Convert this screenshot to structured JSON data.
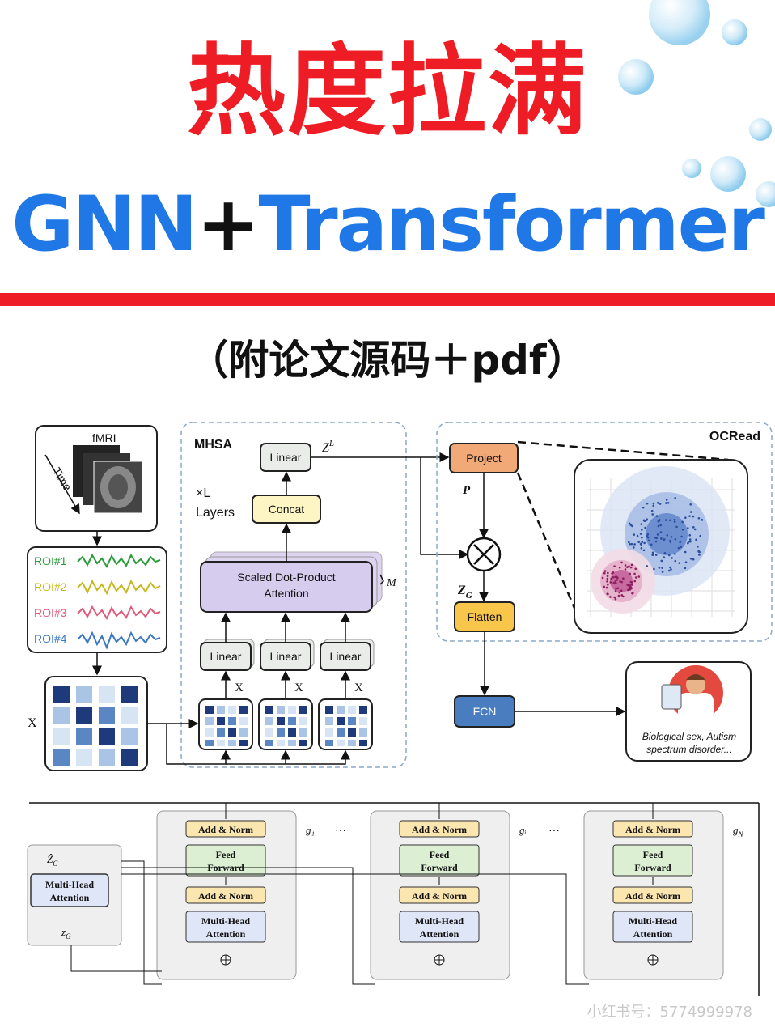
{
  "header": {
    "title_cn": "热度拉满",
    "title_gnn": "GNN",
    "title_plus": "+",
    "title_transformer": "Transformer",
    "subtitle": "（附论文源码＋pdf）"
  },
  "colors": {
    "red": "#ee1c24",
    "blue": "#1f78e6"
  },
  "top_diagram": {
    "fmri_label": "fMRI",
    "time_label": "Time",
    "rois": [
      "ROI#1",
      "ROI#2",
      "ROI#3",
      "ROI#4"
    ],
    "x_label": "X",
    "mhsa_label": "MHSA",
    "layers_x": "×L",
    "layers_label": "Layers",
    "linear": "Linear",
    "concat": "Concat",
    "attention_line1": "Scaled Dot-Product",
    "attention_line2": "Attention",
    "m_label": "M",
    "z_l": "Z",
    "z_l_sup": "L",
    "ocread_label": "OCRead",
    "project": "Project",
    "p_label": "P",
    "z_g": "Z",
    "z_g_sub": "G",
    "flatten": "Flatten",
    "fcn": "FCN",
    "output_line1": "Biological sex, Autism",
    "output_line2": "spectrum disorder..."
  },
  "bottom_diagram": {
    "add_norm": "Add & Norm",
    "feed": "Feed",
    "forward": "Forward",
    "multi_head": "Multi-Head",
    "attention": "Attention",
    "g1": "g₁",
    "gi": "gᵢ",
    "gN": "g_N",
    "dots": "···"
  },
  "watermark": "小红书号：5774999978"
}
